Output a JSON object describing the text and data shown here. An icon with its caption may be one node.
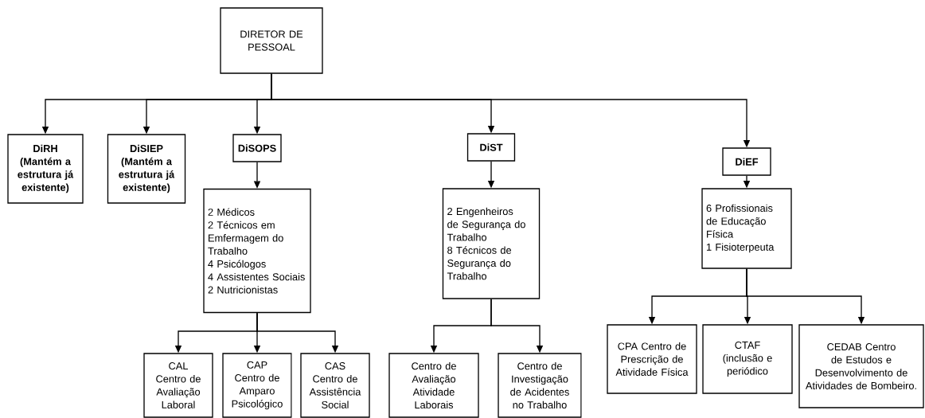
{
  "diagram": {
    "nodes": [
      {
        "text": [
          "DIRETOR DE PESSOAL"
        ]
      },
      {
        "text": [
          "DiRH",
          "(Mantém a estrutura já existente)"
        ]
      },
      {
        "text": [
          "DiSIEP",
          "(Mantém a estrutura já existente)"
        ]
      },
      {
        "text": [
          "DiSOPS"
        ]
      },
      {
        "text": [
          "2 Médicos",
          "2 Técnicos em Emfermagem do Trabalho",
          "4 Psicólogos",
          "4 Assistentes Sociais",
          "2 Nutricionistas"
        ]
      },
      {
        "text": [
          "DiST"
        ]
      },
      {
        "text": [
          "2 Engenheiros de Segurança do Trabalho",
          "8 Técnicos de Segurança do Trabalho"
        ]
      },
      {
        "text": [
          "DiEF"
        ]
      },
      {
        "text": [
          "6 Profissionais de Educação Física",
          "1 Fisioterpeuta"
        ]
      },
      {
        "text": [
          "CAL",
          "Centro de Avaliação Laboral"
        ]
      },
      {
        "text": [
          "CAP",
          "Centro de Amparo Psicológico"
        ]
      },
      {
        "text": [
          "CAS",
          "Centro de Assistência Social"
        ]
      },
      {
        "text": [
          "Centro de Avaliação Atividade Laborais"
        ]
      },
      {
        "text": [
          "Centro de Investigação de Acidentes no Trabalho"
        ]
      },
      {
        "text": [
          "CPA Centro de Prescrição de Atividade Física"
        ]
      },
      {
        "text": [
          "CTAF",
          "(inclusão e periódico"
        ]
      },
      {
        "text": [
          "CEDAB Centro de Estudos e Desenvolvimento de Atividades de Bombeiro."
        ]
      }
    ],
    "edges": [
      {
        "from": 0,
        "to": 1,
        "arrow": "to"
      },
      {
        "from": 0,
        "to": 2,
        "arrow": "to"
      },
      {
        "from": 0,
        "to": 3,
        "arrow": "to"
      },
      {
        "from": 0,
        "to": 5,
        "arrow": "to"
      },
      {
        "from": 0,
        "to": 7,
        "arrow": "to"
      },
      {
        "from": 3,
        "to": 4,
        "arrow": "to"
      },
      {
        "from": 4,
        "to": 9,
        "arrow": "to"
      },
      {
        "from": 4,
        "to": 10,
        "arrow": "to"
      },
      {
        "from": 4,
        "to": 11,
        "arrow": "to"
      },
      {
        "from": 5,
        "to": 6,
        "arrow": "to"
      },
      {
        "from": 6,
        "to": 12,
        "arrow": "to"
      },
      {
        "from": 6,
        "to": 13,
        "arrow": "to"
      },
      {
        "from": 7,
        "to": 8,
        "arrow": "to"
      },
      {
        "from": 8,
        "to": 14,
        "arrow": "to"
      },
      {
        "from": 8,
        "to": 15,
        "arrow": "to"
      },
      {
        "from": 8,
        "to": 16,
        "arrow": "to"
      }
    ]
  }
}
